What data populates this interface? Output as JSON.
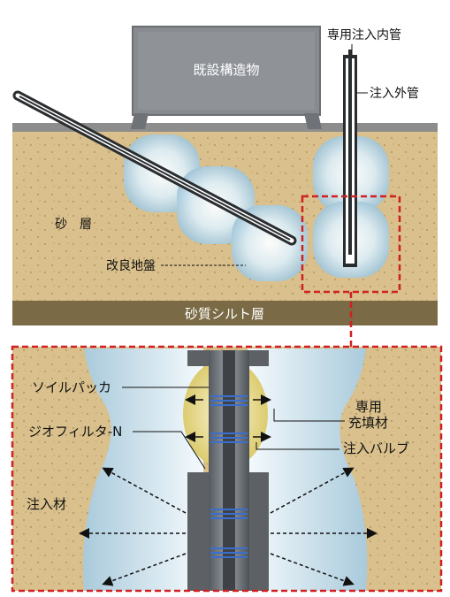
{
  "labels": {
    "structure": "既設構造物",
    "inner_pipe": "専用注入内管",
    "outer_pipe": "注入外管",
    "sand_layer": "砂　層",
    "improved_ground": "改良地盤",
    "silt_layer": "砂質シルト層",
    "soil_packer": "ソイルパッカ",
    "geo_filter": "ジオフィルタ-N",
    "filler_line1": "専用",
    "filler_line2": "充填材",
    "valve": "注入バルブ",
    "grout": "注入材"
  },
  "colors": {
    "sand": "#d9c08c",
    "silt": "#7a6a45",
    "pavement": "#8d8d8d",
    "structure": "#878b90",
    "highlight_border": "#d02020",
    "improved_ground": "#cfe4ef",
    "filler": "#e9dc8a"
  }
}
